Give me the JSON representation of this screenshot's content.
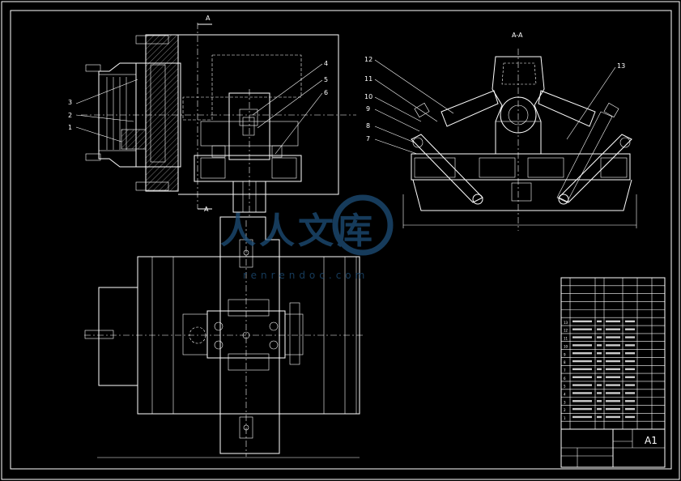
{
  "sheet": {
    "size_label": "A1",
    "section_mark": "A",
    "section_title": "A-A"
  },
  "balloons": {
    "front": [
      "1",
      "2",
      "3",
      "4",
      "5",
      "6"
    ],
    "section": [
      "7",
      "8",
      "9",
      "10",
      "11",
      "12",
      "13"
    ]
  },
  "watermark": {
    "text": "人人文库",
    "url": "renrendoc.com",
    "color": "#1e4f7a"
  },
  "title_block": {
    "item_numbers": [
      "13",
      "12",
      "11",
      "10",
      "9",
      "8",
      "7",
      "6",
      "5",
      "4",
      "3",
      "2",
      "1"
    ]
  }
}
